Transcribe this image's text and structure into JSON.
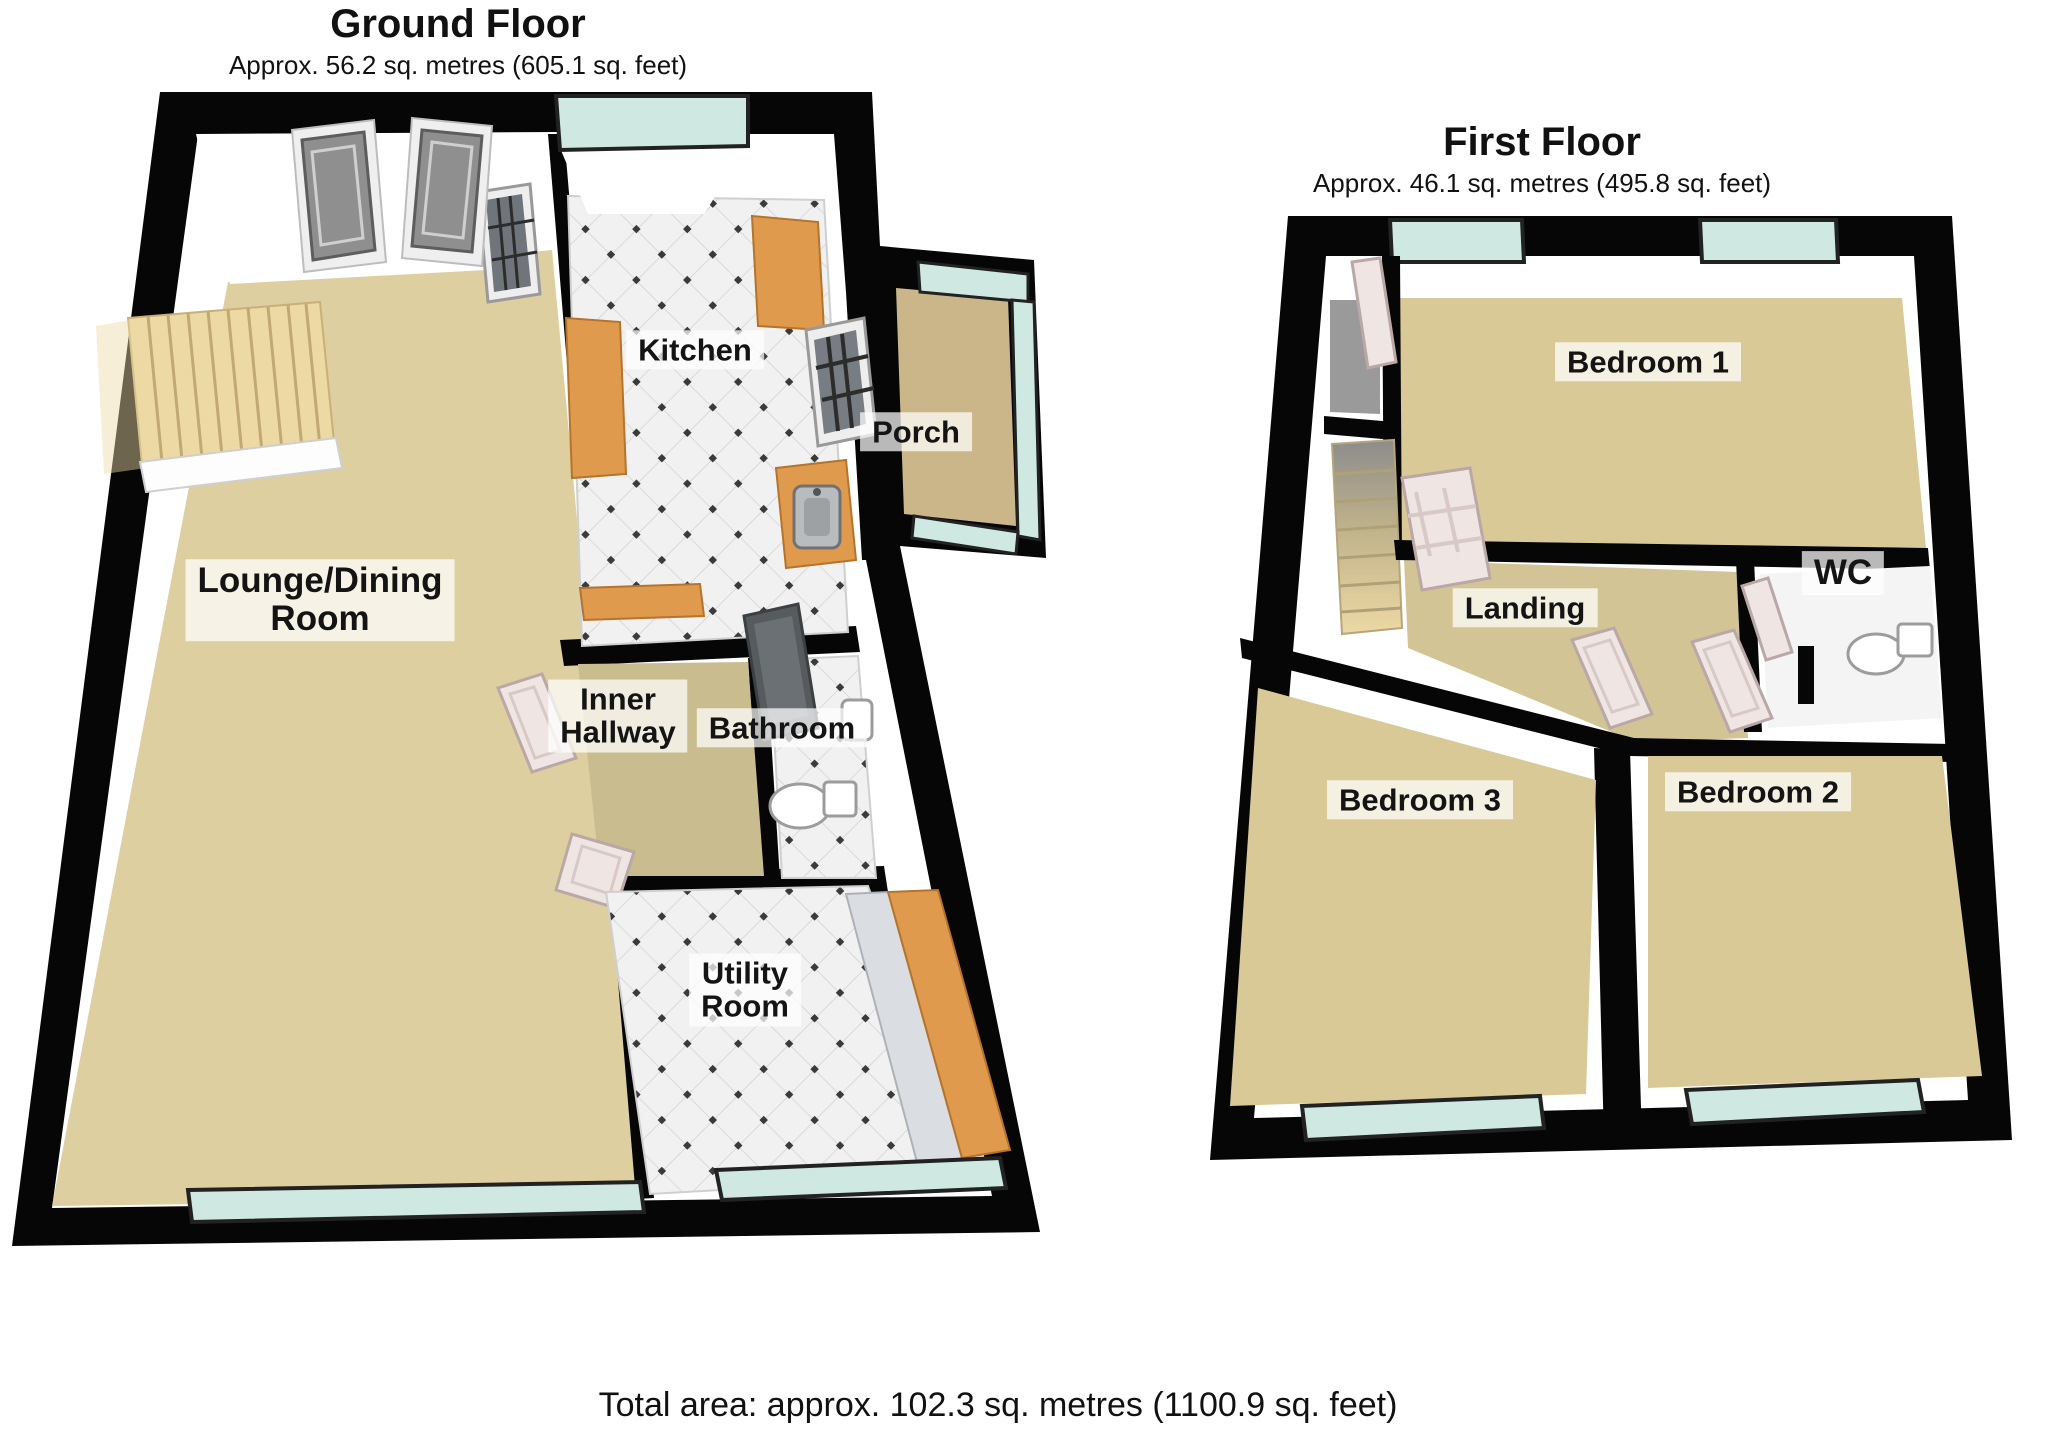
{
  "ground_floor": {
    "title": "Ground Floor",
    "subtitle": "Approx. 56.2 sq. metres (605.1 sq. feet)",
    "rooms": {
      "lounge": "Lounge/Dining\nRoom",
      "kitchen": "Kitchen",
      "porch": "Porch",
      "inner_hallway": "Inner\nHallway",
      "bathroom": "Bathroom",
      "utility": "Utility\nRoom"
    }
  },
  "first_floor": {
    "title": "First Floor",
    "subtitle": "Approx. 46.1 sq. metres (495.8 sq. feet)",
    "rooms": {
      "bedroom1": "Bedroom 1",
      "wc": "WC",
      "landing": "Landing",
      "bedroom3": "Bedroom 3",
      "bedroom2": "Bedroom 2"
    }
  },
  "footer": {
    "total_area": "Total area: approx. 102.3 sq. metres (1100.9 sq. feet)"
  },
  "colors": {
    "wall": "#060606",
    "inner_wall": "#ffffff",
    "carpet": "#ddcfa0",
    "carpet_dark": "#c9bc8e",
    "tile": "#f1f1f1",
    "tile_dot": "#3a3a3a",
    "counter": "#e09a4e",
    "window_glass": "#cfe9e2",
    "stairs_wood": "#ecd9a4",
    "door_grey": "#8f8f8f",
    "door_white": "#efe6e4",
    "shower": "#565b5e"
  }
}
